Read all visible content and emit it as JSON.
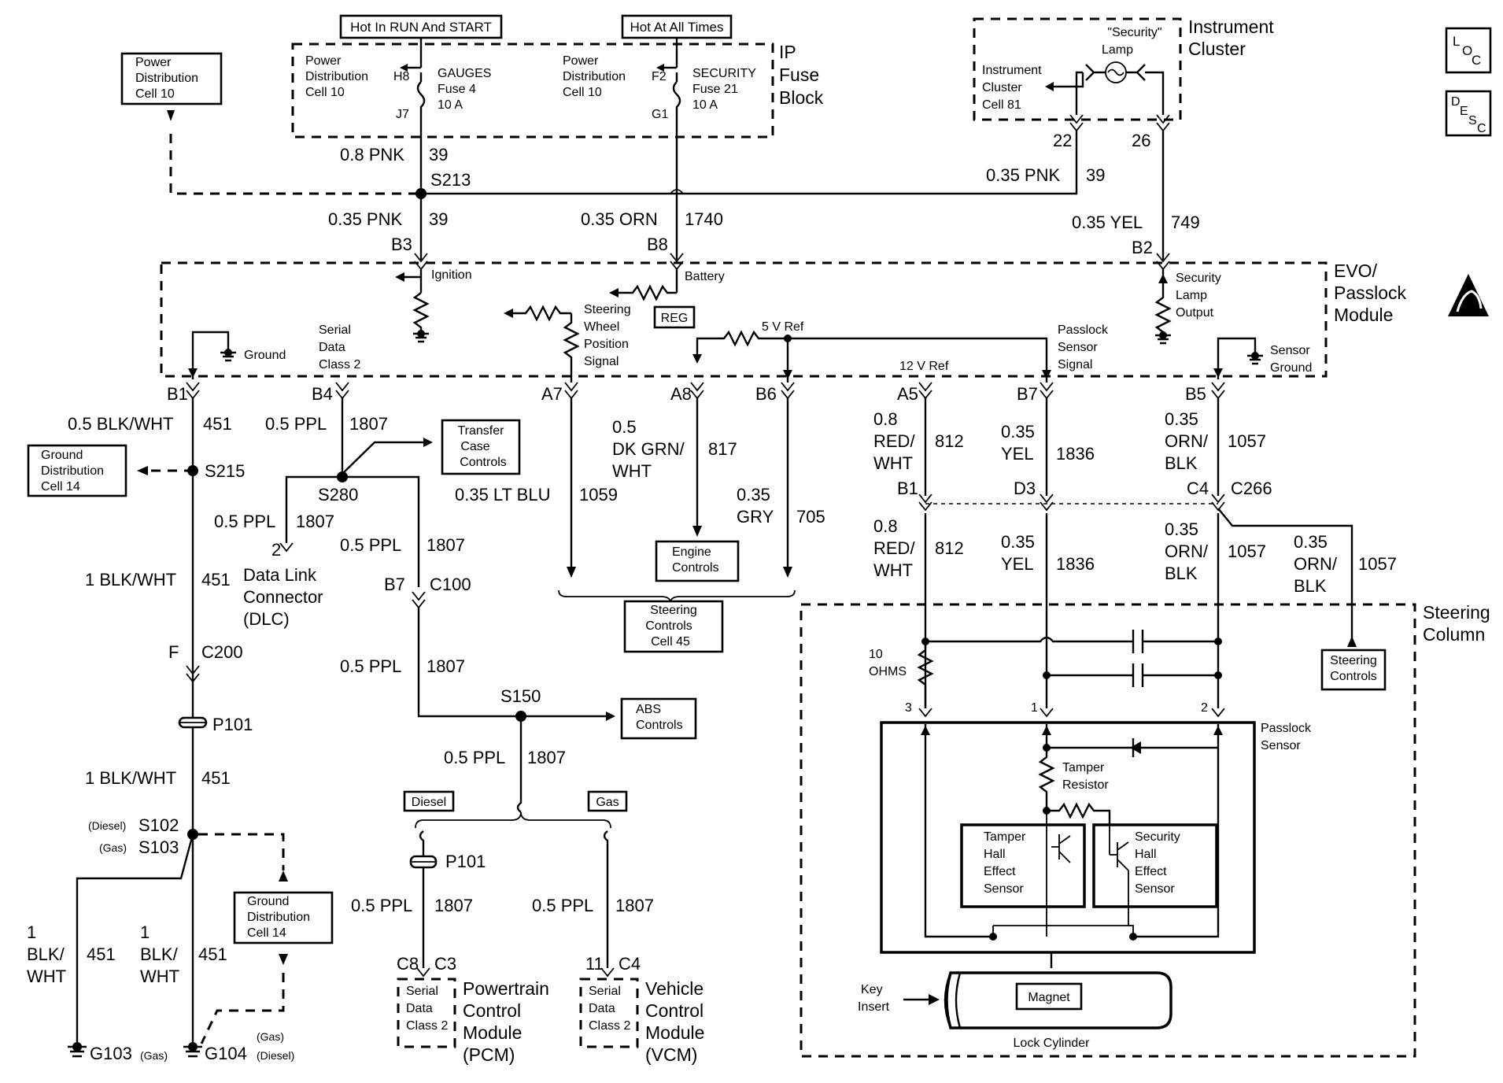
{
  "header": {
    "hot_run_start": "Hot In RUN And START",
    "hot_all_times": "Hot At All Times"
  },
  "ip_fuse_block": {
    "title": [
      "IP",
      "Fuse",
      "Block"
    ],
    "pdc_left": [
      "Power",
      "Distribution",
      "Cell 10"
    ],
    "pdc_right": [
      "Power",
      "Distribution",
      "Cell 10"
    ],
    "gauges_fuse": [
      "GAUGES",
      "Fuse 4",
      "10 A"
    ],
    "security_fuse": [
      "SECURITY",
      "Fuse 21",
      "10 A"
    ],
    "pins": {
      "h8": "H8",
      "j7": "J7",
      "f2": "F2",
      "g1": "G1"
    }
  },
  "power_dist_box": [
    "Power",
    "Distribution",
    "Cell 10"
  ],
  "instrument_cluster": {
    "title": [
      "Instrument",
      "Cluster"
    ],
    "inner": [
      "Instrument",
      "Cluster",
      "Cell 81"
    ],
    "lamp": [
      "\"Security\"",
      "Lamp"
    ],
    "pins": {
      "p22": "22",
      "p26": "26"
    }
  },
  "side_icons": {
    "loc": [
      "L",
      "O",
      "C"
    ],
    "desc": [
      "D",
      "E",
      "S",
      "C"
    ]
  },
  "wires_top": {
    "pnk_08": "0.8 PNK",
    "c39a": "39",
    "s213": "S213",
    "pnk_035_right": "0.35 PNK",
    "c39b": "39",
    "pnk_035": "0.35 PNK",
    "c39c": "39",
    "orn": "0.35 ORN",
    "c1740": "1740",
    "yel_top": "0.35 YEL",
    "c749": "749",
    "b3": "B3",
    "b8": "B8",
    "b2": "B2"
  },
  "evo_module": {
    "title": [
      "EVO/",
      "Passlock",
      "Module"
    ],
    "ignition": "Ignition",
    "battery": "Battery",
    "reg": "REG",
    "steering": [
      "Steering",
      "Wheel",
      "Position",
      "Signal"
    ],
    "ground": "Ground",
    "serial": [
      "Serial",
      "Data",
      "Class 2"
    ],
    "ref5": "5 V Ref",
    "ref12": "12 V Ref",
    "passlock_signal": [
      "Passlock",
      "Sensor",
      "Signal"
    ],
    "security_output": [
      "Security",
      "Lamp",
      "Output"
    ],
    "sensor_ground": [
      "Sensor",
      "Ground"
    ],
    "pins": [
      "B1",
      "B4",
      "A7",
      "A8",
      "B6",
      "A5",
      "B7",
      "B5"
    ]
  },
  "left_chain": {
    "blkwht_05": "0.5 BLK/WHT",
    "c451a": "451",
    "gdc_top": [
      "Ground",
      "Distribution",
      "Cell 14"
    ],
    "s215": "S215",
    "blkwht_1a": "1 BLK/WHT",
    "c451b": "451",
    "f": "F",
    "c200": "C200",
    "p101": "P101",
    "blkwht_1b": "1 BLK/WHT",
    "c451c": "451",
    "diesel_lbl": "(Diesel)",
    "s102": "S102",
    "gas_lbl": "(Gas)",
    "s103": "S103",
    "gdc_bot": [
      "Ground",
      "Distribution",
      "Cell 14"
    ],
    "g_left": [
      "1",
      "BLK/",
      "WHT"
    ],
    "c451d": "451",
    "g_mid": [
      "1",
      "BLK/",
      "WHT"
    ],
    "c451e": "451",
    "g103": "G103",
    "g103_tag": "(Gas)",
    "g104": "G104",
    "g104_tag": [
      "(Gas)",
      "(Diesel)"
    ]
  },
  "serial_chain": {
    "ppl_b4": "0.5 PPL",
    "c1807a": "1807",
    "transfer": [
      "Transfer",
      "Case",
      "Controls"
    ],
    "s280": "S280",
    "ppl_dlc": "0.5 PPL",
    "c1807b": "1807",
    "dlc_pin": "2",
    "dlc": [
      "Data Link",
      "Connector",
      "(DLC)"
    ],
    "ppl_c100": "0.5 PPL",
    "c1807c": "1807",
    "b7": "B7",
    "c100": "C100",
    "ppl_s150": "0.5 PPL",
    "c1807d": "1807",
    "s150": "S150",
    "abs": [
      "ABS",
      "Controls"
    ],
    "ppl_split": "0.5 PPL",
    "c1807e": "1807",
    "diesel": "Diesel",
    "gas": "Gas",
    "p101b": "P101",
    "ppl_pcm": "0.5 PPL",
    "c1807f": "1807",
    "ppl_vcm": "0.5 PPL",
    "c1807g": "1807",
    "pcm_pins": [
      "C8",
      "C3"
    ],
    "vcm_pins": [
      "11",
      "C4"
    ],
    "pcm_serial": [
      "Serial",
      "Data",
      "Class 2"
    ],
    "vcm_serial": [
      "Serial",
      "Data",
      "Class 2"
    ],
    "pcm": [
      "Powertrain",
      "Control",
      "Module",
      "(PCM)"
    ],
    "vcm": [
      "Vehicle",
      "Control",
      "Module",
      "(VCM)"
    ]
  },
  "middle": {
    "ltblu": "0.35 LT BLU",
    "c1059": "1059",
    "dkgrn": [
      "0.5",
      "DK GRN/",
      "WHT"
    ],
    "c817": "817",
    "gry": [
      "0.35",
      "GRY"
    ],
    "c705": "705",
    "engine": [
      "Engine",
      "Controls"
    ],
    "steering_ctrl": [
      "Steering",
      "Controls",
      "Cell 45"
    ]
  },
  "right": {
    "red_a": [
      "0.8",
      "RED/",
      "WHT"
    ],
    "c812a": "812",
    "yel_a": [
      "0.35",
      "YEL"
    ],
    "c1836a": "1836",
    "orn_a": [
      "0.35",
      "ORN/",
      "BLK"
    ],
    "c1057a": "1057",
    "b1": "B1",
    "d3": "D3",
    "c4": "C4",
    "c266": "C266",
    "red_b": [
      "0.8",
      "RED/",
      "WHT"
    ],
    "c812b": "812",
    "yel_b": [
      "0.35",
      "YEL"
    ],
    "c1836b": "1836",
    "orn_b": [
      "0.35",
      "ORN/",
      "BLK"
    ],
    "c1057b": "1057",
    "orn_c": [
      "0.35",
      "ORN/",
      "BLK"
    ],
    "c1057c": "1057",
    "steering_controls": [
      "Steering",
      "Controls"
    ],
    "steering_column": [
      "Steering",
      "Column"
    ],
    "ohms": [
      "10",
      "OHMS"
    ],
    "pin3": "3",
    "pin1": "1",
    "pin2": "2",
    "passlock_sensor": [
      "Passlock",
      "Sensor"
    ],
    "tamper_resistor": [
      "Tamper",
      "Resistor"
    ],
    "tamper_hall": [
      "Tamper",
      "Hall",
      "Effect",
      "Sensor"
    ],
    "security_hall": [
      "Security",
      "Hall",
      "Effect",
      "Sensor"
    ],
    "key": [
      "Key",
      "Insert"
    ],
    "magnet": "Magnet",
    "lock": "Lock Cylinder"
  }
}
